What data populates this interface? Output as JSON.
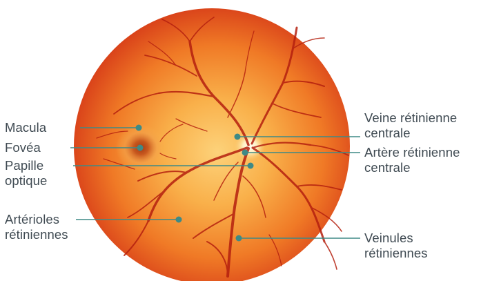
{
  "diagram": {
    "labels": {
      "macula": "Macula",
      "fovea": "Fovéa",
      "papille": [
        "Papille",
        "optique"
      ],
      "arterioles": [
        "Artérioles",
        "rétiniennes"
      ],
      "veine": [
        "Veine rétinienne",
        "centrale"
      ],
      "artere": [
        "Artère rétinienne",
        "centrale"
      ],
      "veinules": [
        "Veinules",
        "rétiniennes"
      ]
    },
    "colors": {
      "pointer": "#3e8a86",
      "text": "#3f4a52",
      "retina_center": "#fbc563",
      "retina_mid": "#f38a2c",
      "retina_edge": "#d9361a",
      "vessel": "#b5200f",
      "fovea": "#b8431a"
    }
  }
}
